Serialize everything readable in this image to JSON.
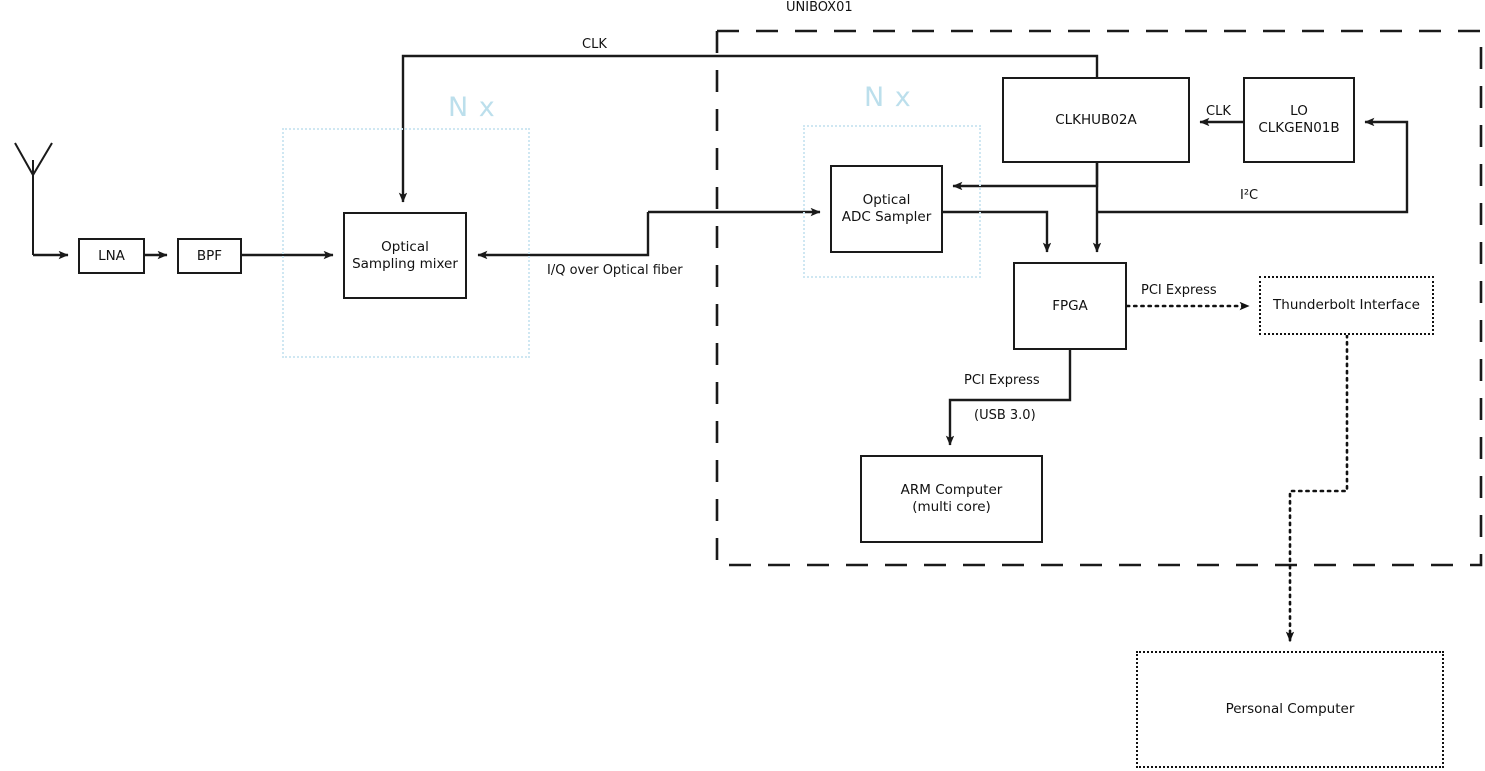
{
  "diagram": {
    "title": "UNIBOX01",
    "enclosure_label": "UNIBOX01",
    "repeat_marker_left": "N x",
    "repeat_marker_right": "N x",
    "colors": {
      "line": "#1a1a1a",
      "box_border": "#1a1a1a",
      "repeat_group_border": "#cfe7f2",
      "repeat_marker_text": "#bcdfec",
      "background": "#ffffff",
      "text": "#111111"
    }
  },
  "blocks": {
    "lna": {
      "label": "LNA"
    },
    "bpf": {
      "label": "BPF"
    },
    "optical_sampling_mixer": {
      "label": "Optical\nSampling mixer"
    },
    "optical_adc_sampler": {
      "label": "Optical\nADC Sampler"
    },
    "clkhub": {
      "label": "CLKHUB02A"
    },
    "lo_clkgen": {
      "label": "LO\nCLKGEN01B"
    },
    "fpga": {
      "label": "FPGA"
    },
    "arm_computer": {
      "label": "ARM Computer\n(multi core)"
    },
    "thunderbolt_interface": {
      "label": "Thunderbolt Interface"
    },
    "personal_computer": {
      "label": "Personal Computer"
    }
  },
  "connection_labels": {
    "clk_top": "CLK",
    "clk_lo": "CLK",
    "iq_fiber": "I/Q over Optical fiber",
    "i2c": "I²C",
    "pci_express_tb": "PCI Express",
    "pci_express_arm": "PCI Express",
    "usb3": "(USB 3.0)"
  },
  "icons": {
    "antenna": "antenna-icon"
  }
}
